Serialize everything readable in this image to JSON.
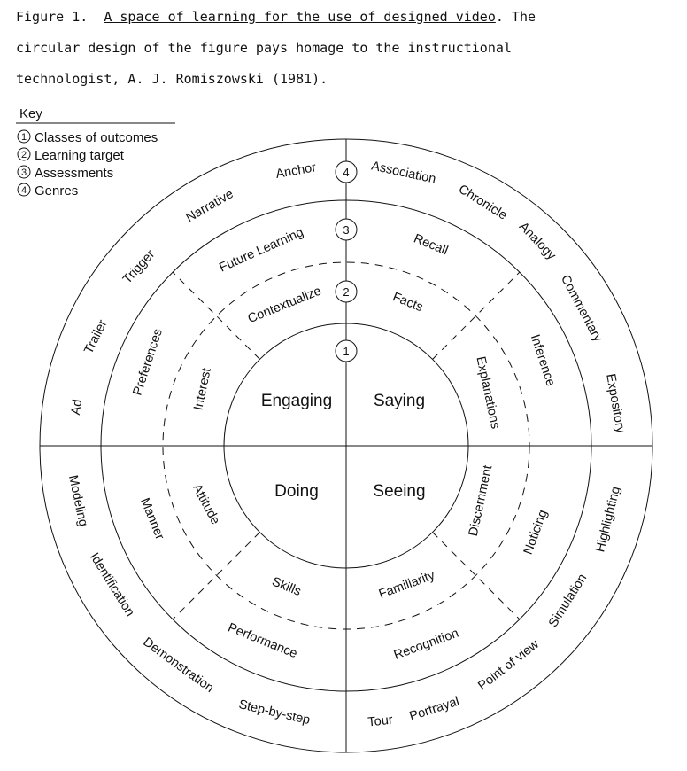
{
  "caption": {
    "figure_label": "Figure 1.",
    "title": "A space of learning for the use of designed video",
    "line1_tail": ". The",
    "line2": "circular design of the figure pays homage to the instructional",
    "line3": "technologist, A. J. Romiszowski (1981)."
  },
  "key": {
    "title": "Key",
    "items": [
      {
        "num": "1",
        "label": "Classes of outcomes"
      },
      {
        "num": "2",
        "label": "Learning target"
      },
      {
        "num": "3",
        "label": "Assessments"
      },
      {
        "num": "4",
        "label": "Genres"
      }
    ]
  },
  "diagram": {
    "badges": [
      "4",
      "3",
      "2",
      "1"
    ],
    "center": {
      "top_left": "Engaging",
      "top_right": "Saying",
      "bottom_left": "Doing",
      "bottom_right": "Seeing"
    },
    "ring2": {
      "top_left_a": "Contextualize",
      "top_left_b": "Interest",
      "top_right_a": "Facts",
      "top_right_b": "Explanations",
      "bottom_left_a": "Attitude",
      "bottom_left_b": "Skills",
      "bottom_right_a": "Familiarity",
      "bottom_right_b": "Discernment"
    },
    "ring3": {
      "top_left_a": "Future Learning",
      "top_left_b": "Preferences",
      "top_right_a": "Recall",
      "top_right_b": "Inference",
      "bottom_left_a": "Manner",
      "bottom_left_b": "Performance",
      "bottom_right_a": "Recognition",
      "bottom_right_b": "Noticing"
    },
    "ring4": {
      "top_left": [
        "Anchor",
        "Narrative",
        "Trigger",
        "Trailer",
        "Ad"
      ],
      "top_right": [
        "Association",
        "Chronicle",
        "Analogy",
        "Commentary",
        "Expository"
      ],
      "bottom_left": [
        "Modeling",
        "Identification",
        "Demonstration",
        "Step-by-step"
      ],
      "bottom_right": [
        "Tour",
        "Portrayal",
        "Point of view",
        "Simulation",
        "Highlighting"
      ]
    }
  }
}
